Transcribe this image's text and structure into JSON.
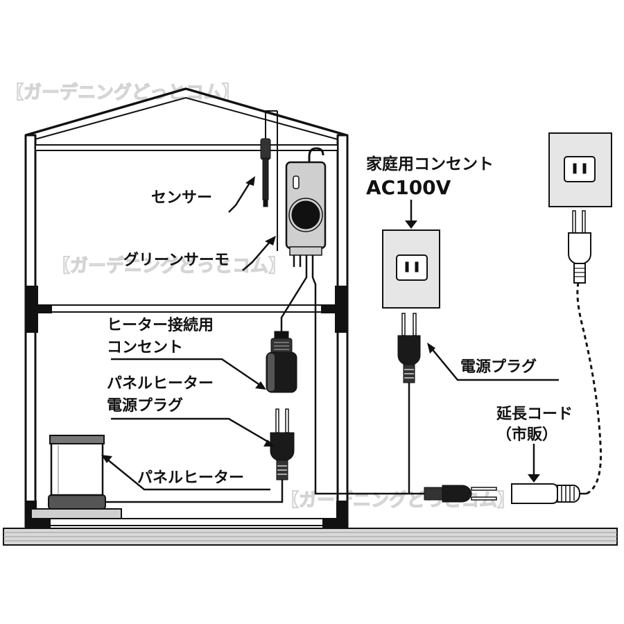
{
  "labels": {
    "sensor": "センサー",
    "green_thermo": "グリーンサーモ",
    "heater_outlet_line1": "ヒーター接続用",
    "heater_outlet_line2": "コンセント",
    "panel_plug_line1": "パネルヒーター",
    "panel_plug_line2": "電源プラグ",
    "panel_heater": "パネルヒーター",
    "household_outlet_line1": "家庭用コンセント",
    "household_outlet_line2": "AC100V",
    "power_plug": "電源プラグ",
    "extension_cord_line1": "延長コード",
    "extension_cord_line2": "（市販）"
  },
  "watermark": "【ガーデニングどっとコム】",
  "colors": {
    "ink": "#111111",
    "frame_fill": "#ffffff",
    "outlet_fill": "#e6e6e6",
    "device_fill": "#cfcfcf",
    "ground_fill": "#d8d8d8",
    "watermark": "#d4d4d4"
  }
}
